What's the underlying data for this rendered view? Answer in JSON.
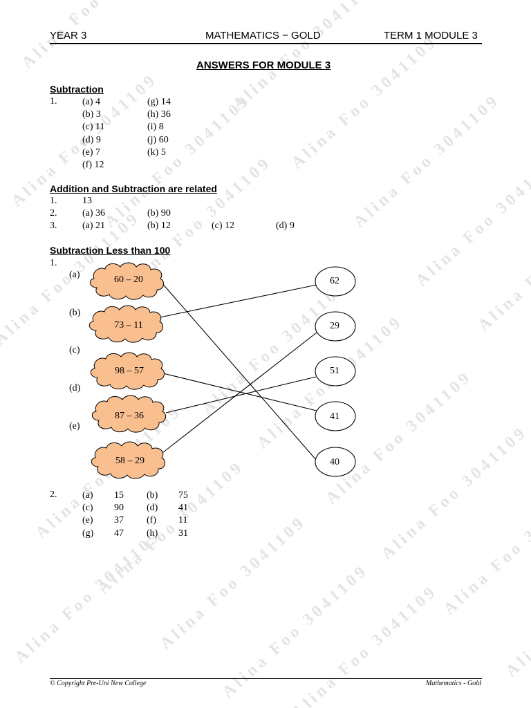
{
  "header": {
    "left": "YEAR 3",
    "center": "MATHEMATICS − GOLD",
    "right": "TERM 1 MODULE 3"
  },
  "title": "ANSWERS FOR MODULE 3",
  "sections": {
    "subtraction": {
      "heading": "Subtraction",
      "q1_num": "1.",
      "col1": [
        "(a) 4",
        "(b) 3",
        "(c) 11",
        "(d) 9",
        "(e) 7",
        "(f) 12"
      ],
      "col2": [
        "(g) 14",
        "(h) 36",
        "(i) 8",
        "(j) 60",
        "(k) 5"
      ]
    },
    "addsub": {
      "heading": "Addition and Subtraction are related",
      "rows": [
        {
          "num": "1.",
          "a": "13",
          "b": "",
          "c": "",
          "d": ""
        },
        {
          "num": "2.",
          "a": "(a) 36",
          "b": "(b) 90",
          "c": "",
          "d": ""
        },
        {
          "num": "3.",
          "a": "(a) 21",
          "b": "(b) 12",
          "c": "(c) 12",
          "d": "(d) 9"
        }
      ]
    },
    "less100": {
      "heading": "Subtraction Less than 100",
      "q1_num": "1.",
      "labels": [
        "(a)",
        "(b)",
        "(c)",
        "(d)",
        "(e)"
      ],
      "clouds": [
        "60 – 20",
        "73 – 11",
        "98 – 57",
        "87 – 36",
        "58 – 29"
      ],
      "ovals": [
        "62",
        "29",
        "51",
        "41",
        "40"
      ],
      "q2_num": "2.",
      "q2_rows": [
        [
          "(a)",
          "15",
          "(b)",
          "75"
        ],
        [
          "(c)",
          "90",
          "(d)",
          "41"
        ],
        [
          "(e)",
          "37",
          "(f)",
          "11"
        ],
        [
          "(g)",
          "47",
          "(h)",
          "31"
        ]
      ]
    }
  },
  "footer": {
    "left": "© Copyright Pre-Uni New College",
    "right": "Mathematics - Gold"
  },
  "watermark": "Alina Foo 3041109",
  "colors": {
    "cloud_fill": "#f9bf8f",
    "watermark": "#e6e6e6"
  }
}
